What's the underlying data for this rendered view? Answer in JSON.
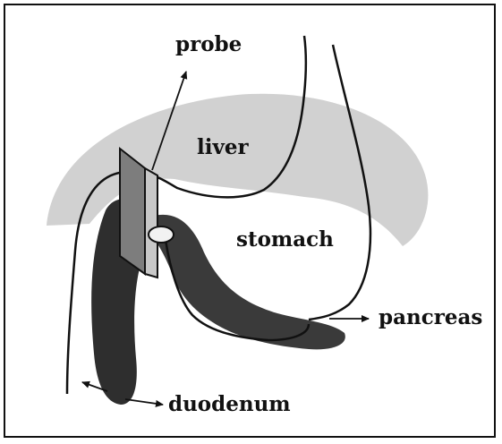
{
  "labels": {
    "probe": "probe",
    "liver": "liver",
    "stomach": "stomach",
    "pancreas": "pancreas",
    "duodenum": "duodenum"
  },
  "colors": {
    "liver": "#c9c9c9",
    "duodenum": "#2e2e2e",
    "pancreas": "#3a3a3a",
    "probe_front": "#7d7d7d",
    "probe_side": "#c8c8c8",
    "outline": "#111111"
  }
}
